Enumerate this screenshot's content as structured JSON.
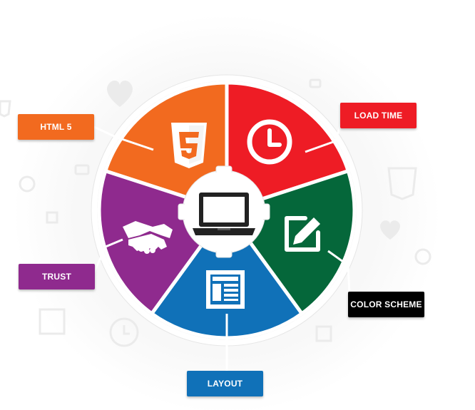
{
  "labels": {
    "html5": "HTML 5",
    "load_time": "LOAD TIME",
    "color_scheme": "COLOR SCHEME",
    "layout": "LAYOUT",
    "trust": "TRUST"
  },
  "segments": [
    {
      "key": "html5",
      "color": "#f26a1f",
      "icon": "html5-icon"
    },
    {
      "key": "load_time",
      "color": "#ee1c25",
      "icon": "clock-icon"
    },
    {
      "key": "color_scheme",
      "color": "#05673a",
      "icon": "edit-icon"
    },
    {
      "key": "layout",
      "color": "#1071b8",
      "icon": "layout-icon"
    },
    {
      "key": "trust",
      "color": "#8f2a8e",
      "icon": "handshake-icon"
    }
  ],
  "colors": {
    "html5": "#f26a1f",
    "load_time": "#ee1c25",
    "color_scheme": "#000000",
    "layout": "#1071b8",
    "trust": "#8f2a8e",
    "center_icon": "#222222",
    "background_icons": "#ebebeb"
  },
  "center_icon": "laptop-icon"
}
